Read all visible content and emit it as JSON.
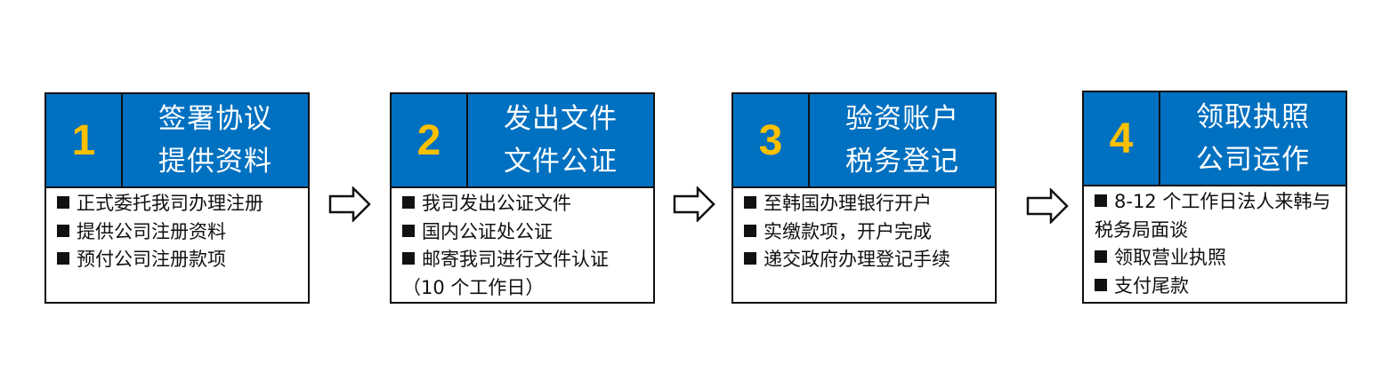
{
  "colors": {
    "header_bg": "#0070c0",
    "number": "#ffc000",
    "title": "#ffffff",
    "border": "#111111"
  },
  "steps": [
    {
      "number": "1",
      "title_lines": [
        "签署协议",
        "提供资料"
      ],
      "items": [
        "正式委托我司办理注册",
        "提供公司注册资料",
        "预付公司注册款项"
      ]
    },
    {
      "number": "2",
      "title_lines": [
        "发出文件",
        "文件公证"
      ],
      "items": [
        "我司发出公证文件",
        "国内公证处公证",
        "邮寄我司进行文件认证（10 个工作日）"
      ]
    },
    {
      "number": "3",
      "title_lines": [
        "验资账户",
        "税务登记"
      ],
      "items": [
        "至韩国办理银行开户",
        "实缴款项，开户完成",
        "递交政府办理登记手续"
      ]
    },
    {
      "number": "4",
      "title_lines": [
        "领取执照",
        "公司运作"
      ],
      "items": [
        "8-12 个工作日法人来韩与税务局面谈",
        "领取营业执照",
        "支付尾款"
      ]
    }
  ],
  "arrows": [
    {
      "icon": "hollow-right-arrow-icon"
    },
    {
      "icon": "hollow-right-arrow-icon"
    },
    {
      "icon": "hollow-right-arrow-icon"
    }
  ]
}
